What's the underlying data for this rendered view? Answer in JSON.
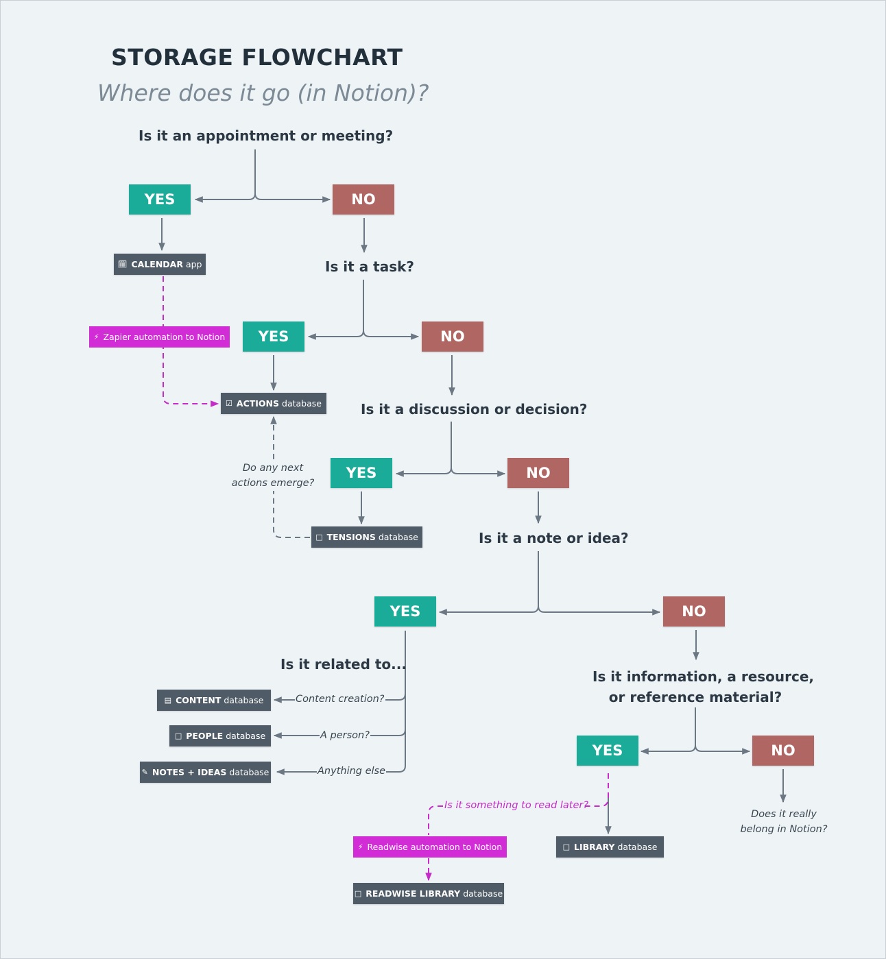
{
  "title": "STORAGE FLOWCHART",
  "subtitle": "Where does it go (in Notion)?",
  "questions": {
    "q1": "Is it an appointment or meeting?",
    "q2": "Is it a task?",
    "q3": "Is it a discussion or decision?",
    "q4": "Is it a note or idea?",
    "q5": "Is it related to...",
    "q6_line1": "Is it information, a resource,",
    "q6_line2": "or reference material?"
  },
  "answers": {
    "yes": "YES",
    "no": "NO"
  },
  "destinations": {
    "calendar": {
      "name": "CALENDAR",
      "suffix": "app",
      "icon": "calendar-icon"
    },
    "actions": {
      "name": "ACTIONS",
      "suffix": "database",
      "icon": "checkbox-icon"
    },
    "tensions": {
      "name": "TENSIONS",
      "suffix": "database",
      "icon": "square-icon"
    },
    "content": {
      "name": "CONTENT",
      "suffix": "database",
      "icon": "document-icon"
    },
    "people": {
      "name": "PEOPLE",
      "suffix": "database",
      "icon": "square-icon"
    },
    "notes_ideas": {
      "name": "NOTES + IDEAS",
      "suffix": "database",
      "icon": "pencil-icon"
    },
    "library": {
      "name": "LIBRARY",
      "suffix": "database",
      "icon": "square-icon"
    },
    "readwise_library": {
      "name": "READWISE LIBRARY",
      "suffix": "database",
      "icon": "square-icon"
    }
  },
  "automations": {
    "zapier": {
      "label": "Zapier automation to Notion",
      "icon": "lightning-icon"
    },
    "readwise": {
      "label": "Readwise automation to Notion",
      "icon": "lightning-icon"
    }
  },
  "notes": {
    "next_actions_line1": "Do any next",
    "next_actions_line2": "actions emerge?",
    "belong_line1": "Does it really",
    "belong_line2": "belong in Notion?",
    "read_later": "Is it something to read later?"
  },
  "branch_labels": {
    "content_creation": "Content creation?",
    "person": "A person?",
    "anything_else": "Anything else"
  },
  "colors": {
    "yes": "#1aab99",
    "no": "#b06663",
    "database": "#4f5b66",
    "automation": "#d22cd6",
    "connector": "#6b7884"
  }
}
